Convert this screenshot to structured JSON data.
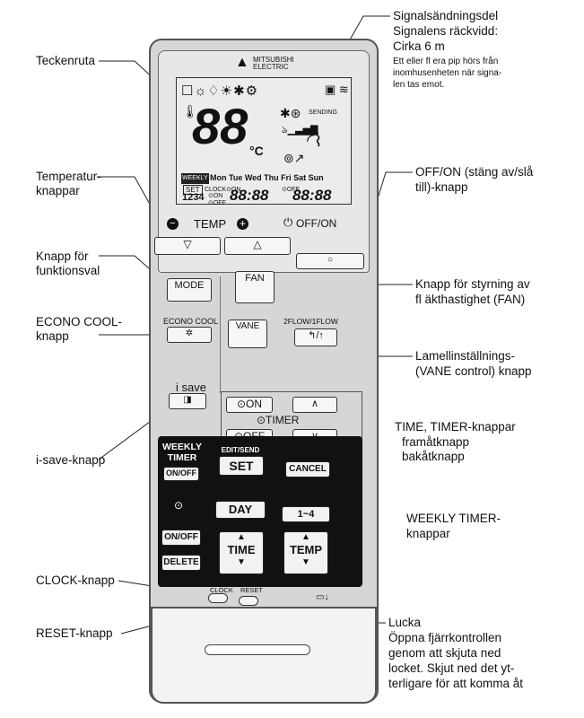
{
  "labels": {
    "signal_1": "Signalsändningsdel",
    "signal_2": "Signalens räckvidd:",
    "signal_3": "Cirka 6 m",
    "signal_4": "Ett eller fl era pip hörs från",
    "signal_5": "inomhusenheten när signa-",
    "signal_6": "len tas emot.",
    "display": "Teckenruta",
    "temp_1": "Temperatur-",
    "temp_2": "knappar",
    "offon_1": "OFF/ON (stäng av/slå",
    "offon_2": "till)-knapp",
    "mode_1": "Knapp för",
    "mode_2": "funktionsval",
    "fan_1": "Knapp för styrning av",
    "fan_2": "fl äkthastighet (FAN)",
    "econo_1": "ECONO COOL-",
    "econo_2": "knapp",
    "vane_1": "Lamellinställnings-",
    "vane_2": "(VANE control) knapp",
    "timer_1": "TIME, TIMER-knappar",
    "timer_2": "framåtknapp",
    "timer_3": "bakåtknapp",
    "isave": "i-save-knapp",
    "weekly_1": "WEEKLY TIMER-",
    "weekly_2": "knappar",
    "clock": "CLOCK-knapp",
    "reset": "RESET-knapp",
    "lid_1": "Lucka",
    "lid_2": "Öppna fjärrkontrollen",
    "lid_3": "genom att skjuta ned",
    "lid_4": "locket. Skjut ned det yt-",
    "lid_5": "terligare för att komma åt"
  },
  "remote": {
    "brand_1": "MITSUBISHI",
    "brand_2": "ELECTRIC",
    "lcd_temp": "88",
    "lcd_unit": "°C",
    "lcd_sending": "SENDING",
    "lcd_weekly": "WEEKLY",
    "lcd_days": "Mon Tue Wed Thu Fri Sat Sun",
    "lcd_set": "SET",
    "lcd_clock_on": "CLOCK⊙ON",
    "lcd_off": "⊙OFF",
    "lcd_1234": "1234",
    "lcd_on": "⊙ON",
    "lcd_off2": "⊙OFF",
    "lcd_time1": "88:88",
    "lcd_time2": "88:88",
    "temp_label": "TEMP",
    "offon_label": "OFF/ON",
    "mode": "MODE",
    "fan": "FAN",
    "econo_cool": "ECONO COOL",
    "vane": "VANE",
    "flow": "2FLOW/1FLOW",
    "isave": "i save",
    "timer_on": "⊙ON",
    "timer_label": "⊙TIMER",
    "timer_off": "⊙OFF",
    "weekly_1": "WEEKLY",
    "weekly_2": "TIMER",
    "weekly_onoff": "ON/OFF",
    "edit_send": "EDIT/SEND",
    "set": "SET",
    "cancel": "CANCEL",
    "day": "DAY",
    "range": "1~4",
    "onoff2": "ON/OFF",
    "delete": "DELETE",
    "time": "TIME",
    "temp2": "TEMP",
    "clock": "CLOCK",
    "reset": "RESET"
  }
}
